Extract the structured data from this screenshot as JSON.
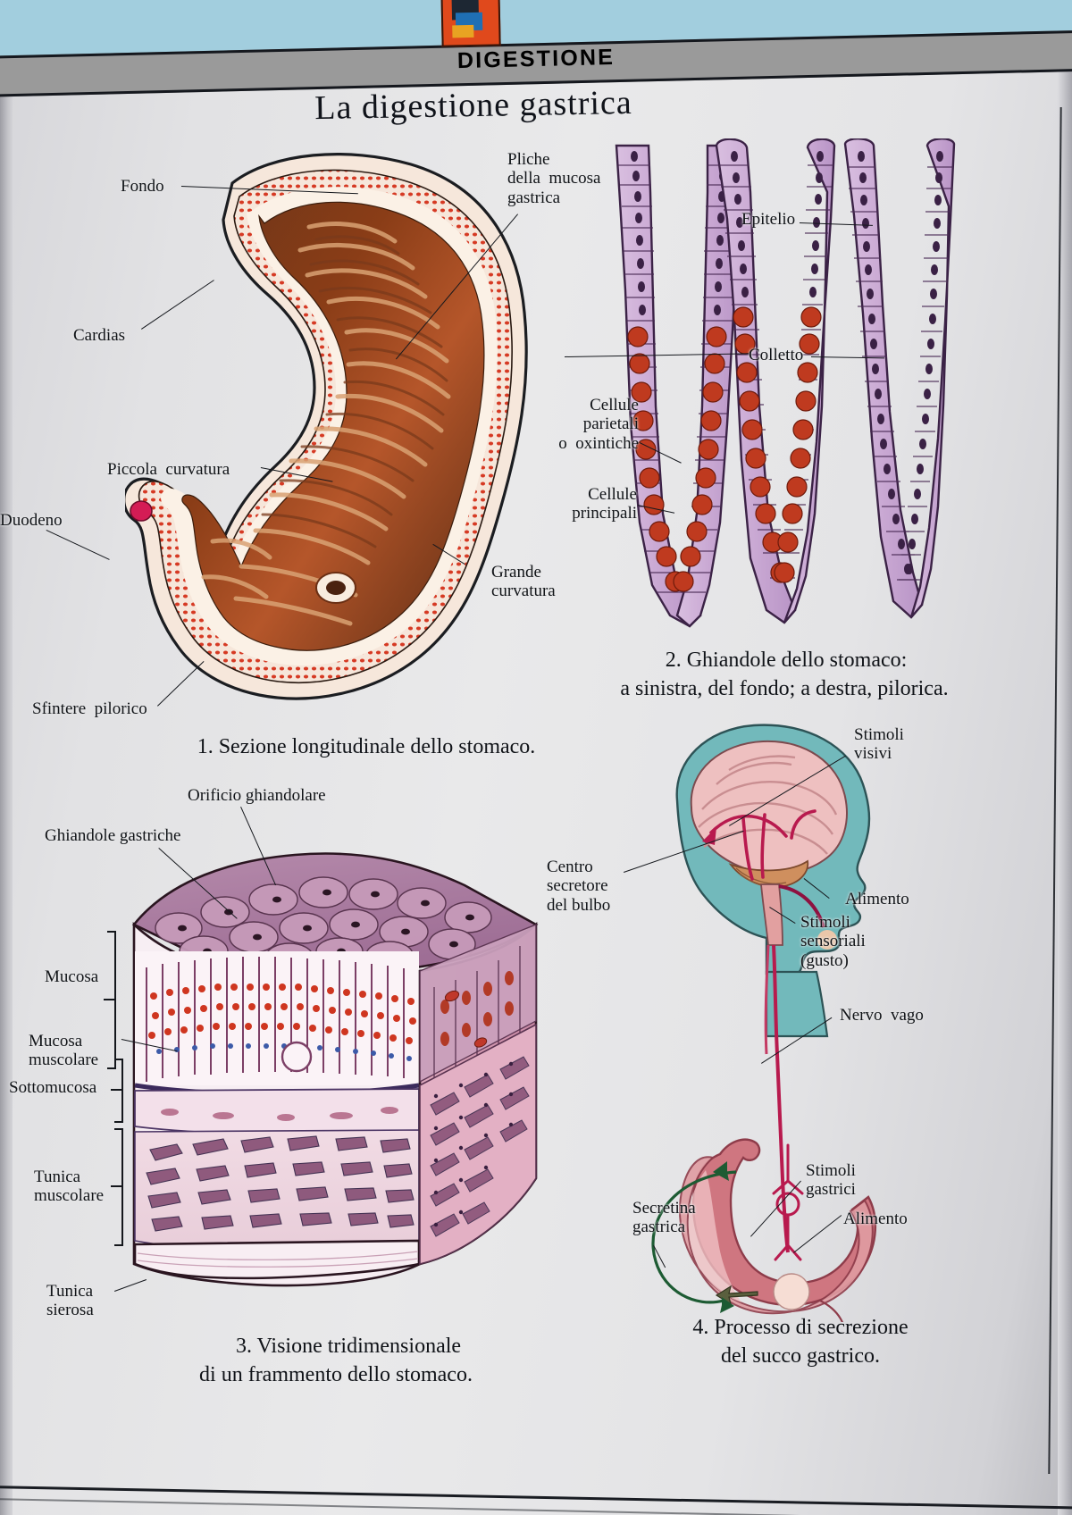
{
  "header": {
    "band_label": "DIGESTIONE",
    "logo_name": "publisher-logo",
    "page_title": "La digestione gastrica",
    "banner_color": "#a2cede",
    "band_color": "#9a9a9a"
  },
  "figures": [
    {
      "id": "fig1",
      "number": "1.",
      "caption": "1.  Sezione longitudinale dello stomaco.",
      "labels": [
        {
          "text": "Fondo"
        },
        {
          "text": "Cardias"
        },
        {
          "text": "Piccola  curvatura"
        },
        {
          "text": "Duodeno"
        },
        {
          "text": "Sfintere  pilorico"
        },
        {
          "text": "Grande\ncurvatura"
        },
        {
          "text": "Pliche\ndella  mucosa\ngastrica"
        }
      ]
    },
    {
      "id": "fig2",
      "number": "2.",
      "caption_line1": "2.  Ghiandole dello stomaco:",
      "caption_line2": "a sinistra,  del fondo;  a destra,  pilorica.",
      "labels": [
        {
          "text": "Epitelio"
        },
        {
          "text": "Colletto"
        },
        {
          "text": "Cellule\nparietali\no  oxintiche"
        },
        {
          "text": "Cellule\nprincipali"
        }
      ]
    },
    {
      "id": "fig3",
      "number": "3.",
      "caption_line1": "3.  Visione tridimensionale",
      "caption_line2": "di un frammento dello stomaco.",
      "labels": [
        {
          "text": "Orificio ghiandolare"
        },
        {
          "text": "Ghiandole gastriche"
        },
        {
          "text": "Mucosa"
        },
        {
          "text": "Mucosa\nmuscolare"
        },
        {
          "text": "Sottomucosa"
        },
        {
          "text": "Tunica\nmuscolare"
        },
        {
          "text": "Tunica\nsierosa"
        }
      ]
    },
    {
      "id": "fig4",
      "number": "4.",
      "caption_line1": "4.  Processo di secrezione",
      "caption_line2": "del succo gastrico.",
      "labels": [
        {
          "text": "Stimoli\nvisivi"
        },
        {
          "text": "Centro\nsecretore\ndel bulbo"
        },
        {
          "text": "Alimento"
        },
        {
          "text": "Stimoli\nsensoriali\n(gusto)"
        },
        {
          "text": "Nervo  vago"
        },
        {
          "text": "Stimoli\ngastrici"
        },
        {
          "text": "Alimento"
        },
        {
          "text": "Secretina\ngastrica"
        }
      ]
    }
  ],
  "colors": {
    "mucosa_dark": "#5a2a15",
    "mucosa_mid": "#8c3f1c",
    "mucosa_light": "#c2622e",
    "serosa": "#f3e0d2",
    "gland_purple": "#cdaed4",
    "parietal_red": "#c0351d",
    "brain_pink": "#e9b9ba",
    "head_teal": "#72b9bb",
    "nerve_crimson": "#b81a4e",
    "secretin_green": "#1d5b33",
    "muscle_pink": "#e9c3cf"
  }
}
